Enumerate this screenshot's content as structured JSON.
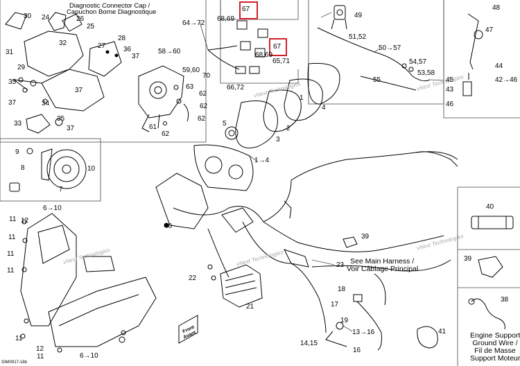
{
  "diagram": {
    "header": {
      "line1": "Diagnostic Connector Cap /",
      "line2": "Capuchon Borne Diagnostique"
    },
    "notes": {
      "harness_line1": "See Main Harness /",
      "harness_line2": "Voir Câblage Principal",
      "engine_line1": "Engine Support",
      "engine_line2": "Ground Wire /",
      "engine_line3": "Fil de Masse",
      "engine_line4": "Support Moteur",
      "front_line1": "Front",
      "front_line2": "Avant"
    },
    "watermark": "vNext Technologies",
    "drawing_code": "33M0917-18b",
    "highlight_color": "#d0202a",
    "labels": {
      "l30": "30",
      "l24": "24",
      "l26": "26",
      "l25": "25",
      "l31": "31",
      "l32": "32",
      "l28": "28",
      "l27": "27",
      "l36": "36",
      "l37a": "37",
      "l29": "29",
      "l35": "35",
      "l37b": "37",
      "l34": "34",
      "l37c": "37",
      "l33": "33",
      "l35b": "35",
      "l37d": "37",
      "l58": "58→60",
      "l59": "59,60",
      "l63": "63",
      "l62a": "62",
      "l62b": "62",
      "l62c": "62",
      "l61": "61",
      "l62d": "62",
      "l64": "64→72",
      "l6869a": "68,69",
      "l67a": "67",
      "l67b": "67",
      "l6869b": "68,69",
      "l6571": "65,71",
      "l70": "70",
      "l6672": "66,72",
      "l1": "1",
      "l4": "4",
      "l2": "2",
      "l5": "5",
      "l3": "3",
      "l14": "1→4",
      "l49": "49",
      "l5152": "51,52",
      "l5057": "50→57",
      "l5457": "54,57",
      "l5358": "53,58",
      "l55": "55",
      "l48": "48",
      "l47": "47",
      "l44": "44",
      "l45": "45",
      "l43": "43",
      "l4246": "42→46",
      "l46": "46",
      "l9": "9",
      "l8": "8",
      "l10": "10",
      "l7": "7",
      "l610a": "6→10",
      "l11a": "11",
      "l12a": "12",
      "l11b": "11",
      "l11c": "11",
      "l11d": "11",
      "l11e": "11",
      "l12b": "12",
      "l11f": "11",
      "l610b": "6→10",
      "l40": "40",
      "l40b": "40",
      "l39": "39",
      "l39b": "39",
      "l22": "22",
      "l21": "21",
      "l23": "23",
      "l18": "18",
      "l17": "17",
      "l19": "19",
      "l1316": "13→16",
      "l1415": "14,15",
      "l16": "16",
      "l41": "41",
      "l38": "38"
    }
  }
}
